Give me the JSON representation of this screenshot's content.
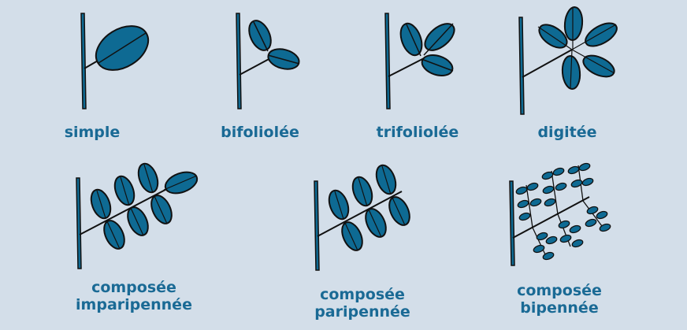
{
  "colors": {
    "background": "#d3dee9",
    "leaf": "#0e6a93",
    "outline": "#111111",
    "label": "#1a6a95"
  },
  "labels": {
    "simple": "simple",
    "bifoliolee": "bifoliolée",
    "trifoliolee": "trifoliolée",
    "digitee": "digitée",
    "imparipennee": [
      "composée",
      "imparipennée"
    ],
    "paripennee": [
      "composée",
      "paripennée"
    ],
    "bipennee": [
      "composée",
      "bipennée"
    ]
  }
}
